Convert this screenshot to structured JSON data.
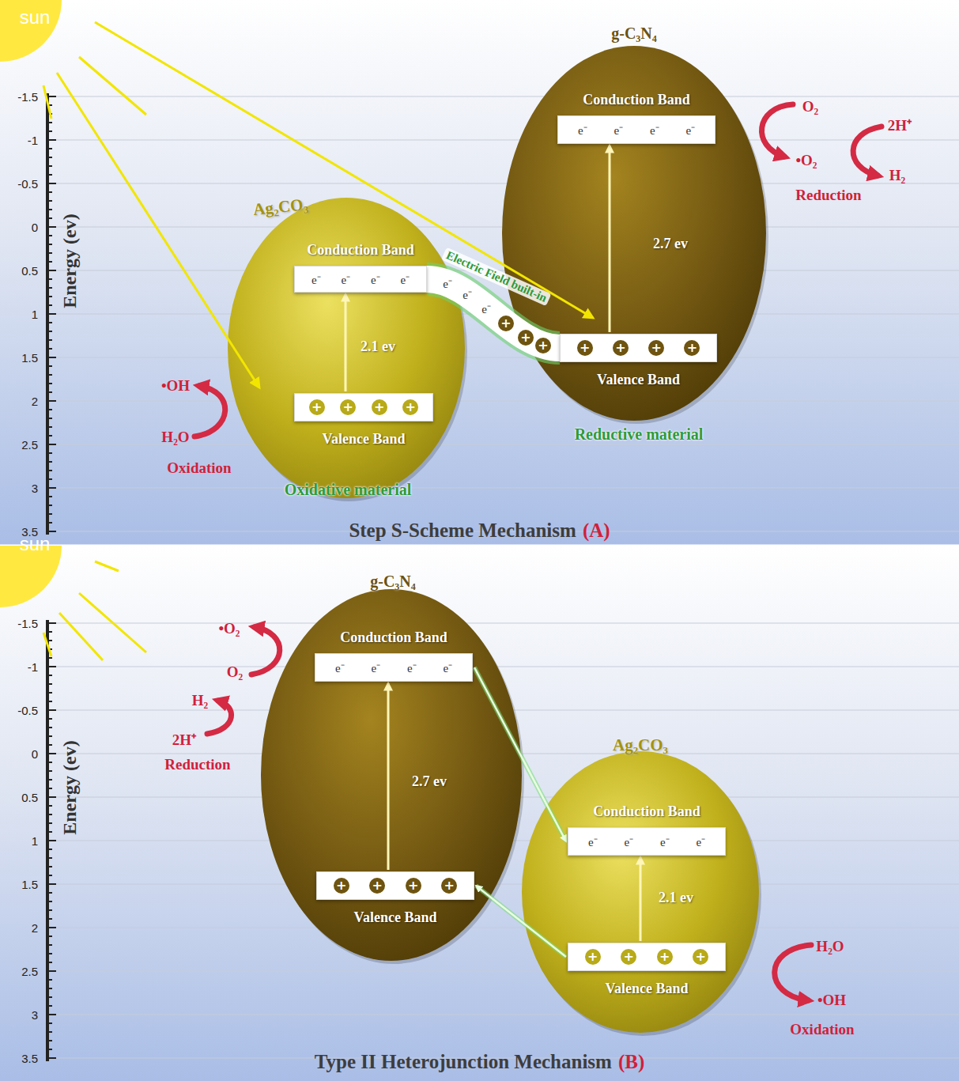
{
  "diagram": {
    "nodes": [
      {
        "text": [
          "Ag₂CO₃"
        ]
      },
      {
        "text": [
          "Conduction Band",
          "e⁻",
          "e⁻",
          "e⁻",
          "e⁻"
        ],
        "in": 0
      },
      {
        "text": [
          "Valence Band",
          "+",
          "+",
          "+",
          "+"
        ],
        "in": 0
      },
      {
        "text": [
          "g-C₃N₄"
        ]
      },
      {
        "text": [
          "Conduction Band",
          "e⁻",
          "e⁻",
          "e⁻",
          "e⁻"
        ],
        "in": 3
      },
      {
        "text": [
          "Valence Band",
          "+",
          "+",
          "+",
          "+"
        ],
        "in": 3
      },
      {
        "text": [
          "g-C₃N₄"
        ]
      },
      {
        "text": [
          "Conduction Band",
          "e⁻",
          "e⁻",
          "e⁻",
          "e⁻"
        ],
        "in": 6
      },
      {
        "text": [
          "Valence Band",
          "+",
          "+",
          "+",
          "+"
        ],
        "in": 6
      },
      {
        "text": [
          "Ag₂CO₃"
        ]
      },
      {
        "text": [
          "Conduction Band",
          "e⁻",
          "e⁻",
          "e⁻",
          "e⁻"
        ],
        "in": 9
      },
      {
        "text": [
          "Valence Band",
          "+",
          "+",
          "+",
          "+"
        ],
        "in": 9
      }
    ],
    "edges": [
      {
        "from": 2,
        "to": 1,
        "arrow": "to",
        "label": "2.1 ev"
      },
      {
        "from": 1,
        "to": 5,
        "arrow": "none",
        "label": "Electric Field built-in"
      },
      {
        "from": 5,
        "to": 4,
        "arrow": "to",
        "label": "2.7 ev"
      },
      {
        "from": 8,
        "to": 7,
        "arrow": "to",
        "label": "2.7 ev"
      },
      {
        "from": 7,
        "to": 10,
        "arrow": "to"
      },
      {
        "from": 11,
        "to": 8,
        "arrow": "to"
      },
      {
        "from": 11,
        "to": 10,
        "arrow": "to",
        "label": "2.1 ev"
      }
    ],
    "labels": [
      "sun",
      "-1.5",
      "-1",
      "-0.5",
      "0",
      "0.5",
      "1",
      "1.5",
      "2",
      "2.5",
      "3",
      "3.5",
      "Energy (ev)",
      "e⁻",
      "e⁻",
      "e⁻",
      "+",
      "+",
      "+",
      "O₂",
      "•O₂",
      "2H⁺",
      "H₂",
      "Reduction",
      "•OH",
      "H₂O",
      "Oxidation",
      "Oxidative material",
      "Reductive material",
      "Step S-Scheme Mechanism",
      "(A)",
      "sun",
      "-1.5",
      "-1",
      "-0.5",
      "0",
      "0.5",
      "1",
      "1.5",
      "2",
      "2.5",
      "3",
      "3.5",
      "Energy (ev)",
      "•O₂",
      "O₂",
      "H₂",
      "2H⁺",
      "Reduction",
      "H₂O",
      "•OH",
      "Oxidation",
      "Type II Heterojunction Mechanism",
      "(B)"
    ]
  }
}
